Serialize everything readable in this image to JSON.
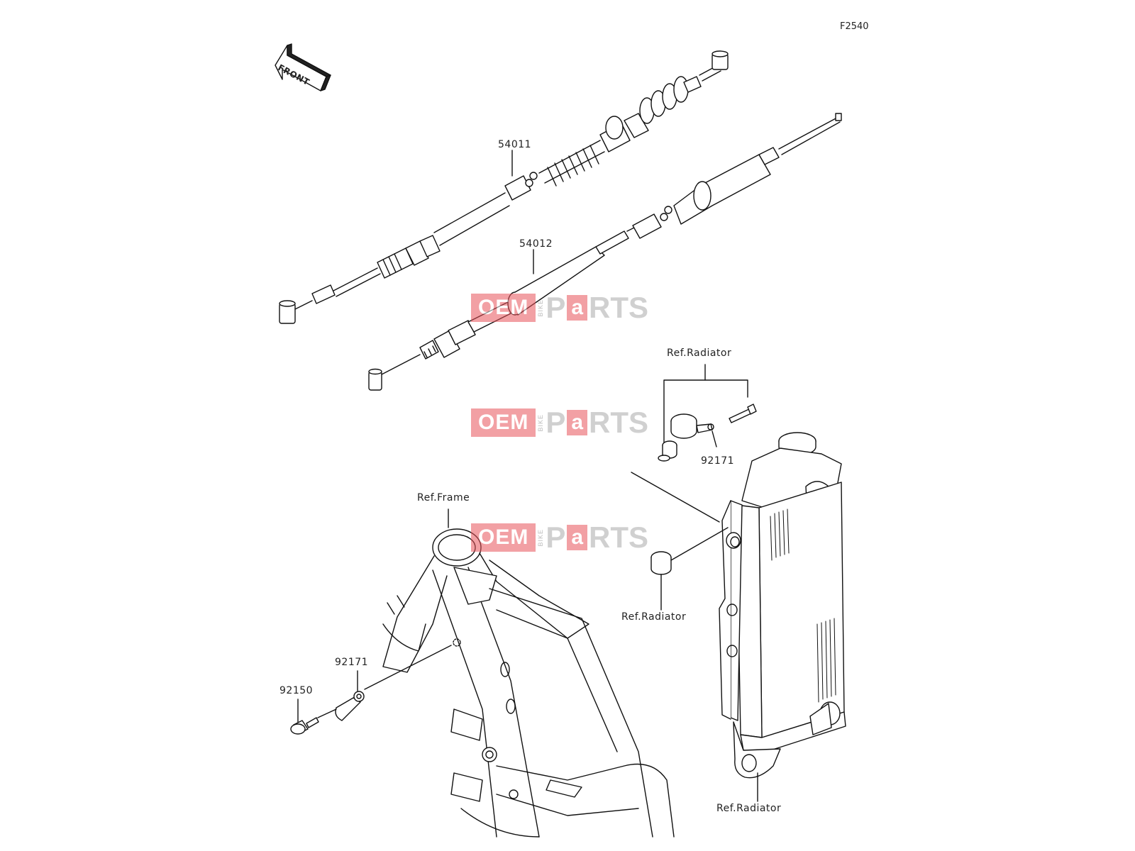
{
  "diagram_code": "F2540",
  "front_label": "FRONT",
  "labels": {
    "part_54011": "54011",
    "part_54012": "54012",
    "ref_radiator_top": "Ref.Radiator",
    "part_92171_top": "92171",
    "ref_radiator_mid": "Ref.Radiator",
    "ref_frame": "Ref.Frame",
    "part_92171_left": "92171",
    "part_92150": "92150",
    "ref_radiator_bottom": "Ref.Radiator"
  },
  "watermark": {
    "oem": "OEM",
    "bike": "BIKE",
    "p": "P",
    "a": "a",
    "rts": "RTS"
  },
  "colors": {
    "line": "#111111",
    "watermark_red": "#e8535a",
    "watermark_gray": "#aaaaaa"
  }
}
